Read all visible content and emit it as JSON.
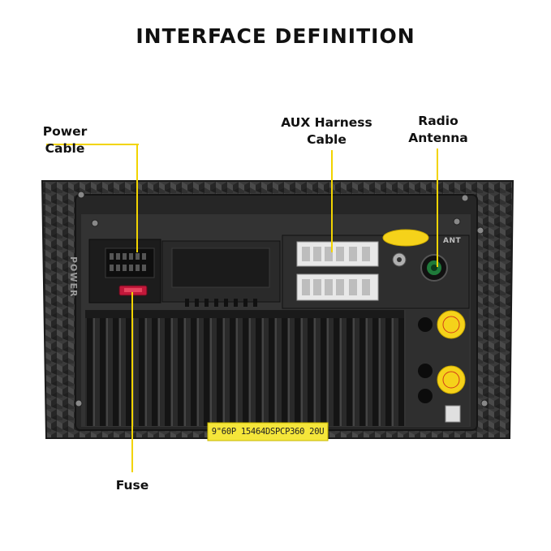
{
  "title": "INTERFACE  DEFINITION",
  "labels": {
    "power_cable": [
      "Power",
      "Cable"
    ],
    "aux_harness_cable": [
      "AUX Harness",
      "Cable"
    ],
    "radio_antenna": [
      "Radio",
      "Antenna"
    ],
    "fuse": "Fuse"
  },
  "device_markings": {
    "sticker": "9\"60P 15464DSPCP360 20U",
    "port_power": "POWER",
    "port_ant": "ANT"
  },
  "colors": {
    "leader_line": "#f2d400",
    "panel": "#2b2b2b",
    "sticker": "#f5e63a"
  }
}
